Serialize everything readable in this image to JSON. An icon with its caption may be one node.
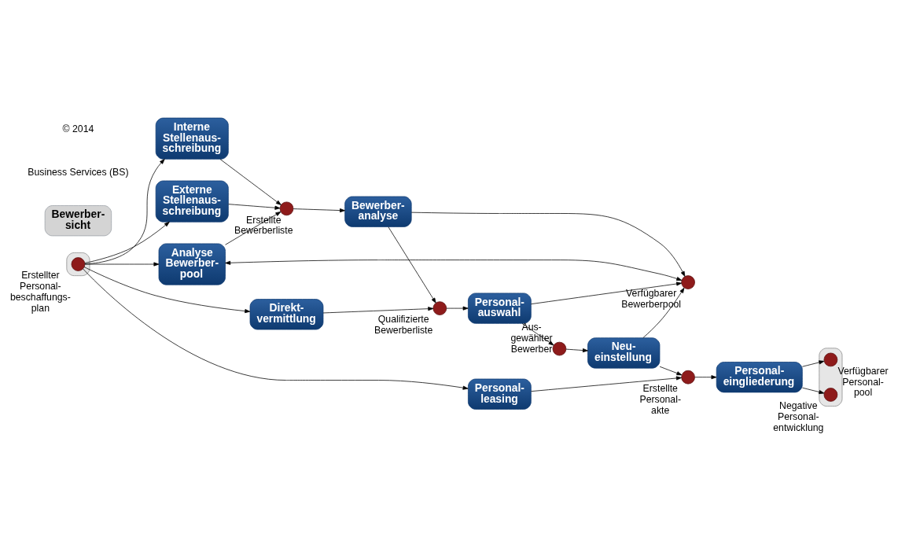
{
  "diagram": {
    "nodes": [
      {
        "text": [],
        "shape": "bar"
      },
      {
        "text": [],
        "shape": "circle",
        "in": 0,
        "beside": [
          "Erstellter Personal- beschaffungs- plan"
        ]
      },
      {
        "text": [
          "Analyse Bewerber- pool"
        ]
      },
      {
        "text": [
          "Interne Stellenaus- schreibung"
        ]
      },
      {
        "text": [
          "Bewerber- sicht"
        ]
      },
      {
        "text": [],
        "shape": "circle",
        "beside": [
          "Erstellte Bewerberliste"
        ]
      },
      {
        "text": [
          "Bewerber- analyse"
        ]
      },
      {
        "text": [],
        "shape": "circle",
        "beside": [
          "Verfügbarer Bewerberpool"
        ]
      },
      {
        "text": [
          "Externe Stellenaus- schreibung"
        ]
      },
      {
        "text": [],
        "shape": "circle",
        "beside": [
          "Qualifizierte Bewerberliste"
        ]
      },
      {
        "text": [
          "Personal- auswahl"
        ]
      },
      {
        "text": [],
        "shape": "circle",
        "beside": [
          "Aus- gewählter Bewerber"
        ]
      },
      {
        "text": [
          "Neu- einstellung"
        ]
      },
      {
        "text": [],
        "shape": "circle",
        "beside": [
          "Erstellte Personal- akte"
        ]
      },
      {
        "text": [
          "Personal- eingliederung"
        ]
      },
      {
        "text": [],
        "shape": "bar"
      },
      {
        "text": [],
        "shape": "circle",
        "in": 15,
        "beside": [
          "Verfügbarer Personal- pool"
        ]
      },
      {
        "text": [
          "Direkt- vermittlung"
        ]
      },
      {
        "text": [],
        "shape": "circle",
        "in": 15,
        "beside": [
          "Negative Personal- entwicklung"
        ]
      },
      {
        "text": [
          "Personal- leasing"
        ]
      }
    ],
    "edges": [
      {
        "from": 1,
        "to": 2,
        "arrow": "to"
      },
      {
        "from": 1,
        "to": 3,
        "arrow": "to"
      },
      {
        "from": 1,
        "to": 8,
        "arrow": "to"
      },
      {
        "from": 1,
        "to": 17,
        "arrow": "to"
      },
      {
        "from": 1,
        "to": 19,
        "arrow": "to"
      },
      {
        "from": 3,
        "to": 5,
        "arrow": "to"
      },
      {
        "from": 2,
        "to": 5,
        "arrow": "to"
      },
      {
        "from": 8,
        "to": 5,
        "arrow": "to"
      },
      {
        "from": 5,
        "to": 6,
        "arrow": "to"
      },
      {
        "from": 6,
        "to": 7,
        "arrow": "to"
      },
      {
        "from": 7,
        "to": 2,
        "arrow": "both"
      },
      {
        "from": 10,
        "to": 7,
        "arrow": "to"
      },
      {
        "from": 12,
        "to": 7,
        "arrow": "to"
      },
      {
        "from": 6,
        "to": 9,
        "arrow": "to"
      },
      {
        "from": 17,
        "to": 9,
        "arrow": "to"
      },
      {
        "from": 9,
        "to": 10,
        "arrow": "to"
      },
      {
        "from": 10,
        "to": 11,
        "arrow": "to"
      },
      {
        "from": 11,
        "to": 12,
        "arrow": "to"
      },
      {
        "from": 12,
        "to": 13,
        "arrow": "to"
      },
      {
        "from": 19,
        "to": 13,
        "arrow": "to"
      },
      {
        "from": 13,
        "to": 14,
        "arrow": "to"
      },
      {
        "from": 14,
        "to": 16,
        "arrow": "to"
      },
      {
        "from": 14,
        "to": 18,
        "arrow": "to"
      }
    ],
    "labels": [
      "Business Services (BS)",
      "© 2014"
    ]
  }
}
